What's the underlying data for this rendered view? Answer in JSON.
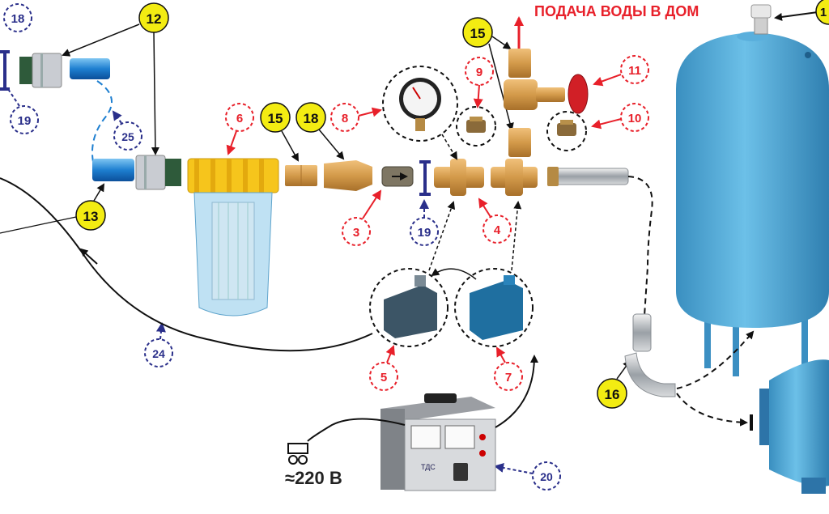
{
  "title": "ПОДАЧА ВОДЫ В ДОМ",
  "voltage_label": "≈220 В",
  "colors": {
    "title_red": "#e8202a",
    "yellow_callout": "#f3ec12",
    "red_callout": "#e8202a",
    "blue_callout": "#2a2f8a",
    "tank_blue": "#4ea9d6",
    "brass": "#d39a4a"
  },
  "callouts": {
    "c1": "1",
    "c3": "3",
    "c4": "4",
    "c5": "5",
    "c6": "6",
    "c7": "7",
    "c8": "8",
    "c9": "9",
    "c10": "10",
    "c11": "11",
    "c12": "12",
    "c13": "13",
    "c15a": "15",
    "c15b": "15",
    "c16": "16",
    "c18a": "18",
    "c18b": "18",
    "c19a": "19",
    "c19b": "19",
    "c20": "20",
    "c24": "24",
    "c25": "25"
  },
  "stabilizer": {
    "brand": "ТДС"
  }
}
